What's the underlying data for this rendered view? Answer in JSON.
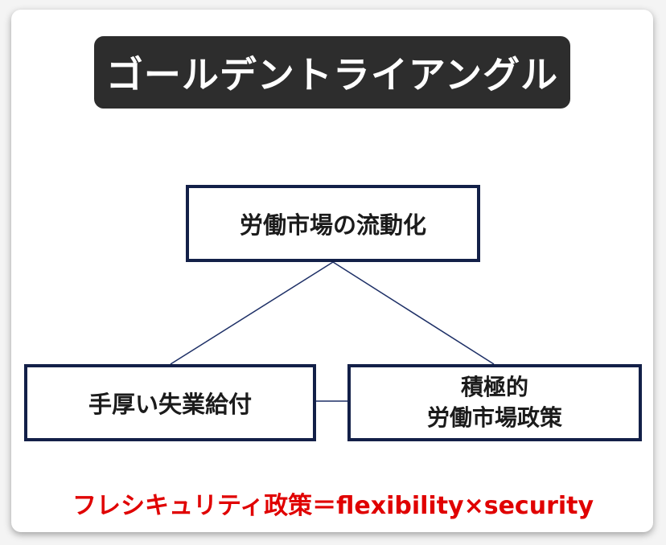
{
  "title": "ゴールデントライアングル",
  "nodes": {
    "top": "労働市場の流動化",
    "left": "手厚い失業給付",
    "right_line1": "積極的",
    "right_line2": "労働市場政策"
  },
  "footer": "フレシキュリティ政策＝flexibility×security",
  "colors": {
    "title_bg": "#2d2d2d",
    "box_border": "#132048",
    "connector": "#1d2f66",
    "footer_text": "#e00000"
  }
}
